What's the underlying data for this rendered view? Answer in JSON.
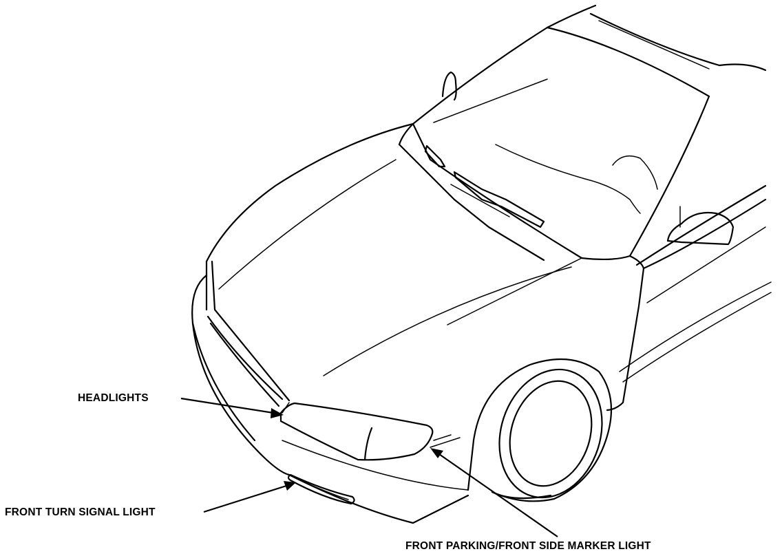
{
  "callouts": {
    "headlights": "HEADLIGHTS",
    "front_turn_signal": "FRONT TURN SIGNAL LIGHT",
    "front_parking_side_marker": "FRONT PARKING/FRONT SIDE MARKER LIGHT"
  },
  "colors": {
    "line": "#000000",
    "background": "#ffffff"
  }
}
